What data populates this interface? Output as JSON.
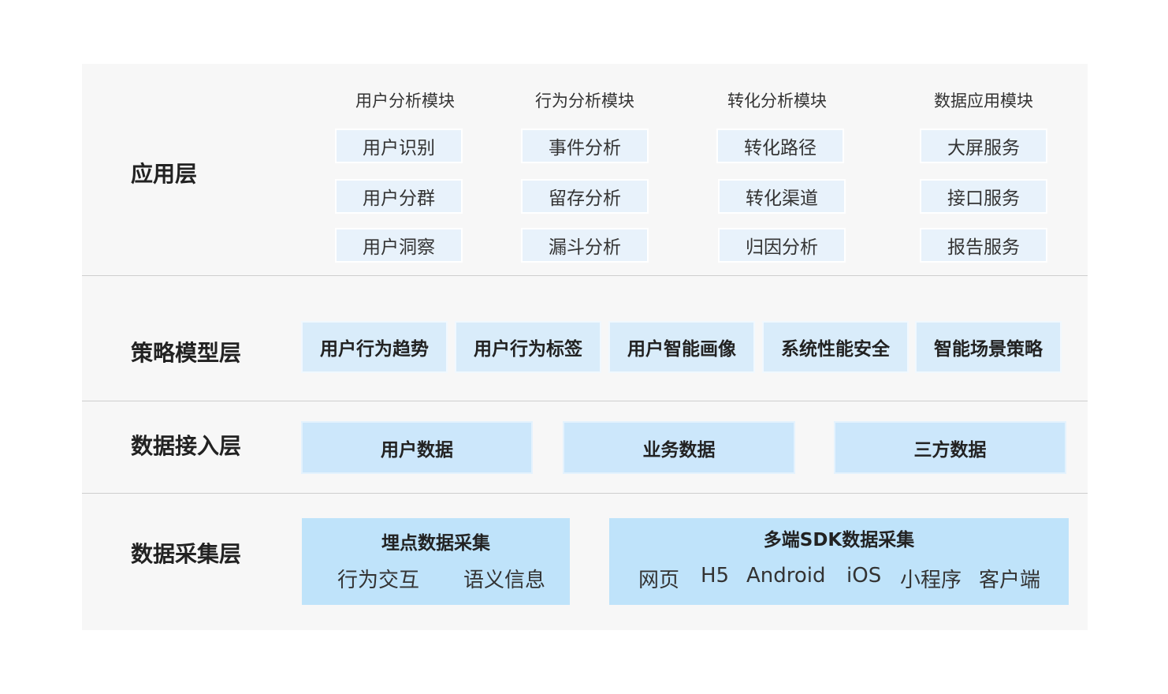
{
  "layers": {
    "application": {
      "label": "应用层",
      "modules": [
        {
          "title": "用户分析模块",
          "items": [
            "用户识别",
            "用户分群",
            "用户洞察"
          ]
        },
        {
          "title": "行为分析模块",
          "items": [
            "事件分析",
            "留存分析",
            "漏斗分析"
          ]
        },
        {
          "title": "转化分析模块",
          "items": [
            "转化路径",
            "转化渠道",
            "归因分析"
          ]
        },
        {
          "title": "数据应用模块",
          "items": [
            "大屏服务",
            "接口服务",
            "报告服务"
          ]
        }
      ]
    },
    "strategy": {
      "label": "策略模型层",
      "items": [
        "用户行为趋势",
        "用户行为标签",
        "用户智能画像",
        "系统性能安全",
        "智能场景策略"
      ]
    },
    "access": {
      "label": "数据接入层",
      "items": [
        "用户数据",
        "业务数据",
        "三方数据"
      ]
    },
    "collection": {
      "label": "数据采集层",
      "groups": [
        {
          "title": "埋点数据采集",
          "items": [
            "行为交互",
            "语义信息"
          ]
        },
        {
          "title": "多端SDK数据采集",
          "items": [
            "网页",
            "H5",
            "Android",
            "iOS",
            "小程序",
            "客户端"
          ]
        }
      ]
    }
  },
  "colors": {
    "background": "#f7f7f7",
    "app_cell": "#e8f2fb",
    "strategy_cell": "#d9ecfa",
    "access_cell": "#cce7fb",
    "collection_cell": "#bfe3fa",
    "divider": "#cfcfcf"
  }
}
